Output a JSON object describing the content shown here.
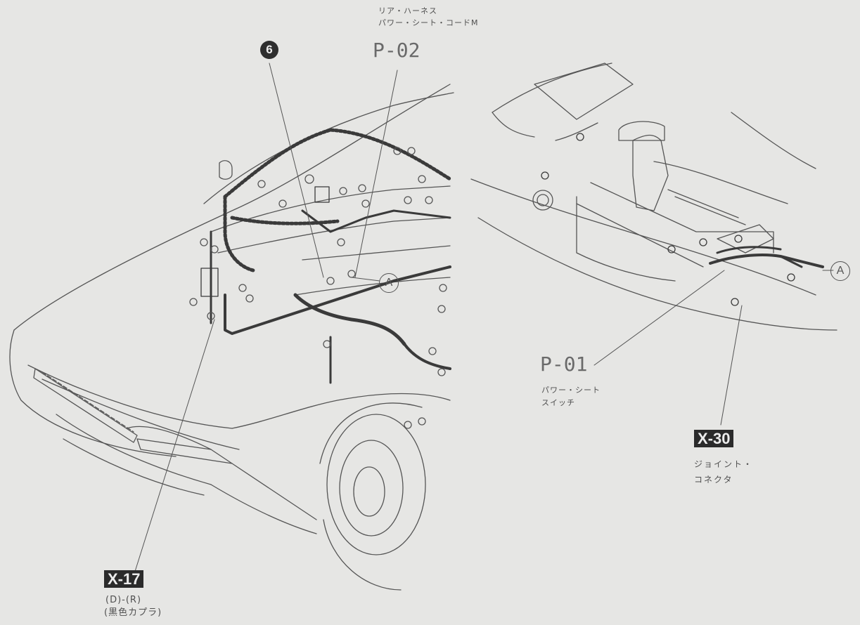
{
  "labels": {
    "rear_harness": "リア・ハーネス",
    "power_seat_cord": "パワー・シート・コードM",
    "p02": "P-02",
    "circle_6": "6",
    "circle_a_left": "A",
    "circle_a_right": "A",
    "p01": "P-01",
    "power_seat_switch_1": "パワー・シート",
    "power_seat_switch_2": "スイッチ",
    "x30": "X-30",
    "joint_connector_1": "ジョイント・",
    "joint_connector_2": "コネクタ",
    "x17": "X-17",
    "x17_sub": "(D)-(R)",
    "x17_note": "(黒色カプラ)"
  },
  "colors": {
    "background": "#e6e6e4",
    "line": "#4a4a4a",
    "badge": "#2b2b2b"
  }
}
